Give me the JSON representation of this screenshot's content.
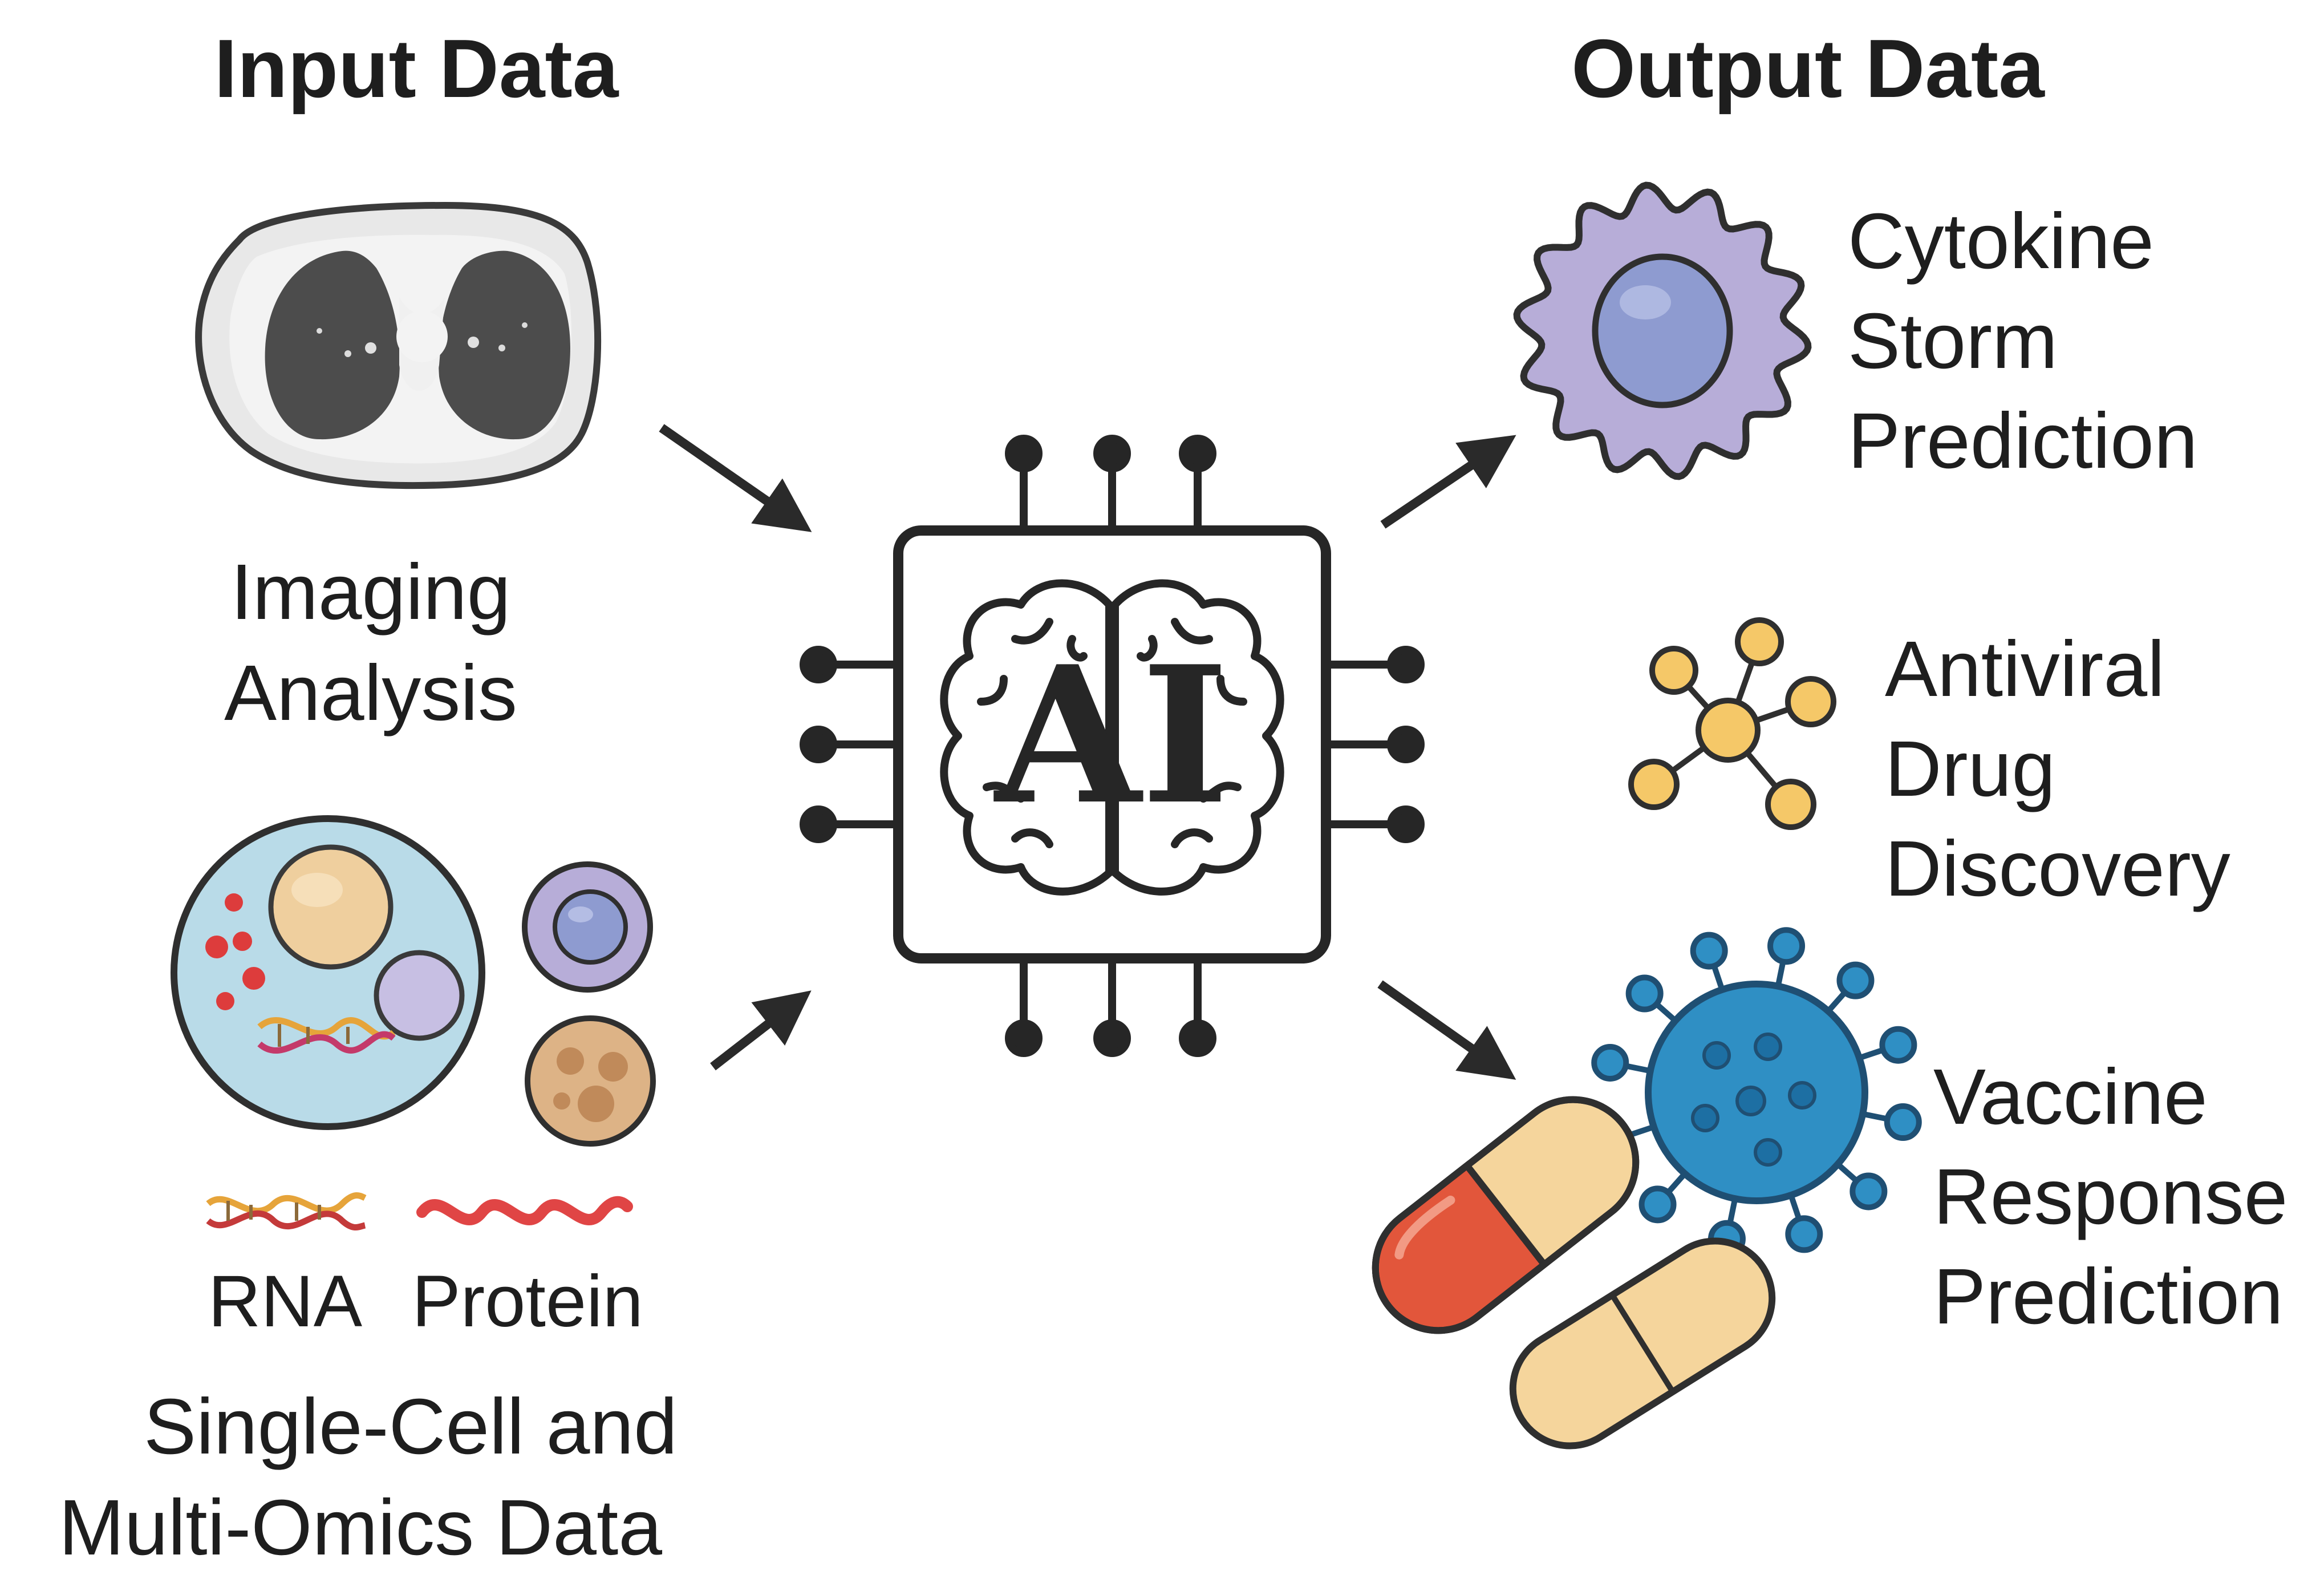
{
  "input": {
    "heading": "Input Data",
    "imaging": {
      "line1": "Imaging",
      "line2": "Analysis"
    },
    "rna_label": "RNA",
    "protein_label": "Protein",
    "single_cell": {
      "line1": "Single-Cell and",
      "line2": "Multi-Omics Data"
    }
  },
  "processor": {
    "label": "AI"
  },
  "output": {
    "heading": "Output Data",
    "cytokine": {
      "line1": "Cytokine",
      "line2": "Storm",
      "line3": "Prediction"
    },
    "antiviral": {
      "line1": "Antiviral",
      "line2": "Drug",
      "line3": "Discovery"
    },
    "vaccine": {
      "line1": "Vaccine",
      "line2": "Response",
      "line3": "Prediction"
    }
  },
  "icons": [
    "ct-scan-icon",
    "cell-icon",
    "dna-icon",
    "protein-icon",
    "ai-chip-icon",
    "brain-icon",
    "immune-cell-icon",
    "molecule-icon",
    "virus-icon",
    "capsule-icon"
  ],
  "colors": {
    "ink": "#262626",
    "cell_fill": "#b9dbe8",
    "nucleus_peach": "#efcf9e",
    "lavender": "#b7add8",
    "cell_blue": "#8e9bd0",
    "molecule_yellow": "#f5c868",
    "virus_blue": "#2f8fc4",
    "capsule_red": "#e2563b",
    "capsule_cream": "#f5d59c"
  }
}
